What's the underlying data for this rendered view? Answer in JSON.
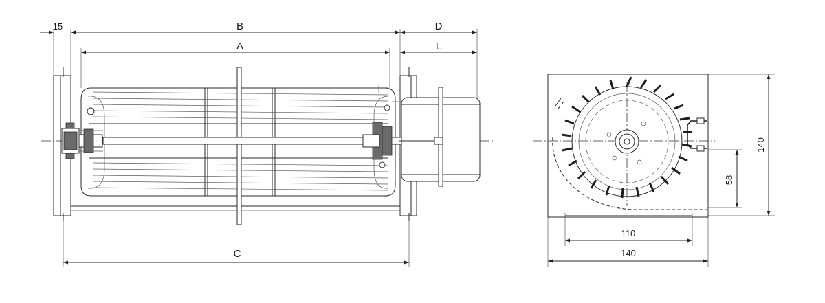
{
  "side_view": {
    "dim_15": "15",
    "dim_b": "B",
    "dim_d": "D",
    "dim_a": "A",
    "dim_l": "L",
    "dim_c": "C"
  },
  "end_view": {
    "dim_height_140": "140",
    "dim_58": "58",
    "dim_110": "110",
    "dim_width_140": "140"
  }
}
